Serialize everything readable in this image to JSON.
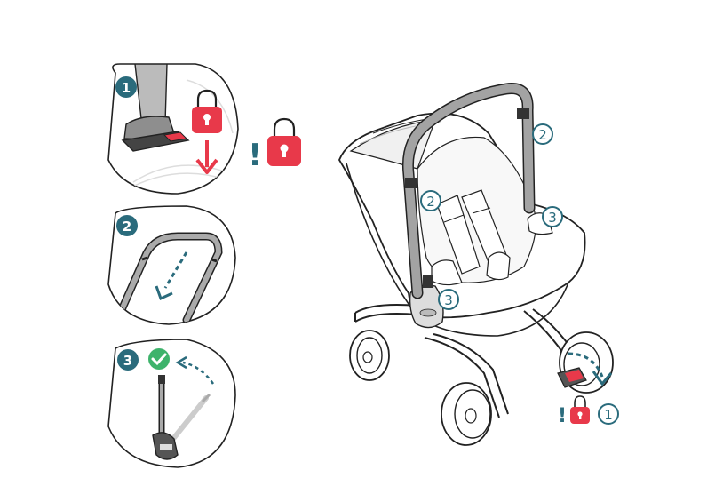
{
  "colors": {
    "teal": "#2a6b7c",
    "red": "#e8394a",
    "green": "#3db36b",
    "line": "#222222",
    "grey": "#9a9a9a"
  },
  "panels": [
    {
      "step": "1",
      "content": "foot-pressing-brake-pedal",
      "icons": [
        "padlock-icon",
        "down-arrow-icon"
      ]
    },
    {
      "step": "2",
      "content": "handlebar-pushed-down",
      "icons": [
        "dashed-arrow-icon"
      ]
    },
    {
      "step": "3",
      "content": "handle-folded-down",
      "icons": [
        "check-icon",
        "dashed-arrow-icon"
      ]
    }
  ],
  "warning": {
    "mark": "!",
    "icon": "padlock-icon"
  },
  "callouts": {
    "handle_right": "2",
    "handle_left": "2",
    "button_right": "3",
    "button_left": "3",
    "brake": "1",
    "brake_mark": "!"
  }
}
